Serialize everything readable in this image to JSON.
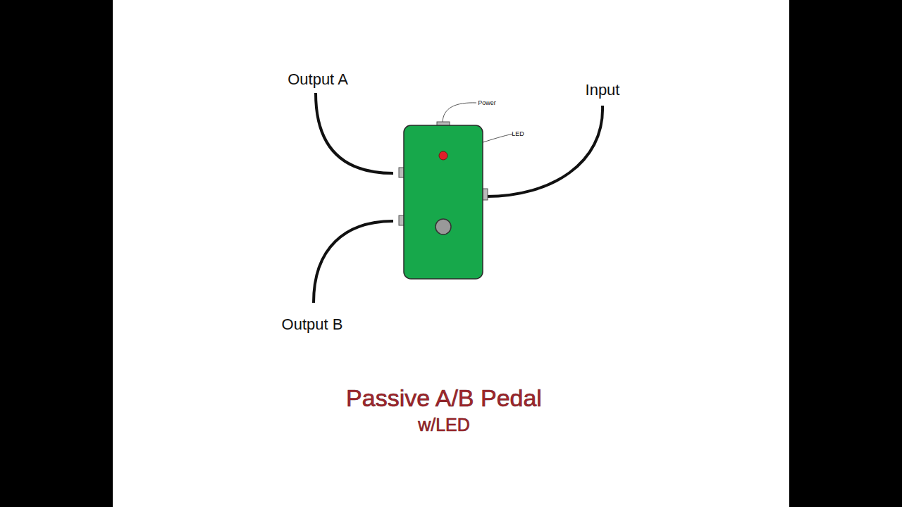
{
  "diagram": {
    "title": "Passive A/B Pedal",
    "caption": "w/LED",
    "labels": [
      "Output A",
      "Input",
      "Output B",
      "Power",
      "LED"
    ]
  }
}
